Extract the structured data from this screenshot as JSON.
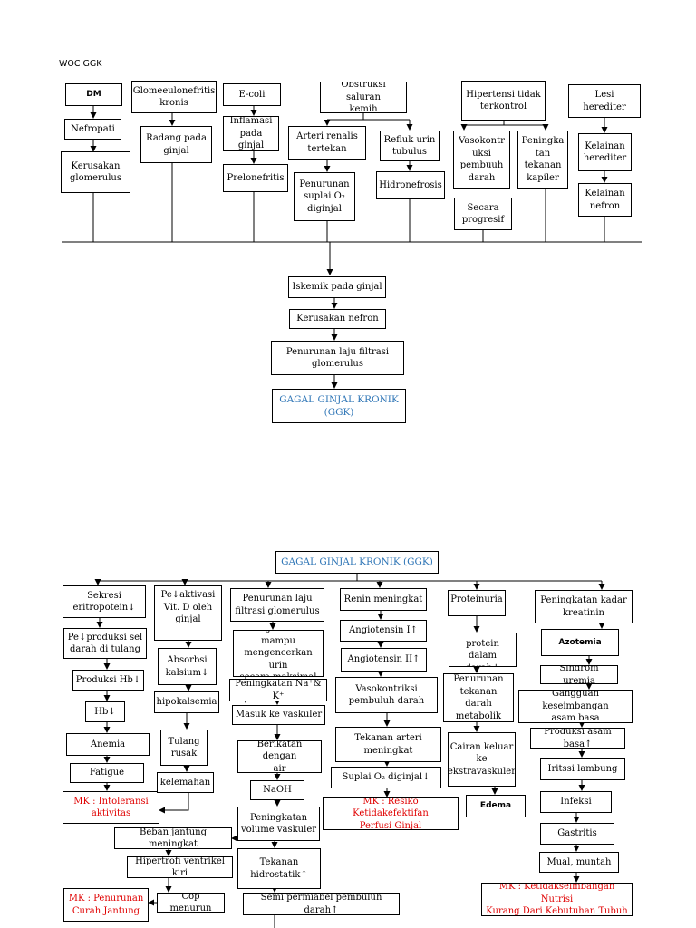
{
  "title": "WOC GGK",
  "colors": {
    "accent": "#2e75b6",
    "nursing_problem": "#e00000"
  },
  "top": {
    "dm": "DM",
    "nefropati": "Nefropati",
    "kerusakan_glomerulus": "Kerusakan\nglomerulus",
    "glomerulonefritis": "Glomeeulonefritis\nkronis",
    "radang_ginjal": "Radang pada\nginjal",
    "ecoli": "E-coli",
    "inflamasi": "Inflamasi\npada ginjal",
    "prelonefritis": "Prelonefritis",
    "obstruksi": "Obstruksi saluran\nkemih",
    "arteri_renalis": "Arteri renalis\ntertekan",
    "penurunan_suplai": "Penurunan\nsuplai O₂\ndiginjal",
    "refluk": "Refluk urin\ntubulus",
    "hidronefrosis": "Hidronefrosis",
    "hipertensi": "Hipertensi tidak\nterkontrol",
    "vasokontriksi": "Vasokontr\nuksi\npembuuh\ndarah",
    "peningkatan_kapiler": "Peningka\ntan\ntekanan\nkapiler",
    "secara_progresif": "Secara\nprogresif",
    "lesi": "Lesi\nherediter",
    "kelainan_herediter": "Kelainan\nherediter",
    "kelainan_nefron": "Kelainan\nnefron",
    "iskemik": "Iskemik pada ginjal",
    "kerusakan_nefron": "Kerusakan nefron",
    "penurunan_lfg": "Penurunan laju filtrasi\nglomerulus",
    "ggk": "GAGAL GINJAL KRONIK\n(GGK)"
  },
  "bottom": {
    "ggk_title": "GAGAL GINJAL KRONIK (GGK)",
    "col1": {
      "sekresi": "Sekresi\neritropotein↓",
      "produksi_sel": "Pe↓produksi sel\ndarah di tulang",
      "produksi_hb": "Produksi Hb↓",
      "hb": "Hb↓",
      "anemia": "Anemia",
      "fatigue": "Fatigue",
      "mk_intoleransi": "MK : Intoleransi\naktivitas"
    },
    "col2": {
      "aktivasi": "Pe↓aktivasi\nVit. D oleh\nginjal",
      "absorbsi": "Absorbsi\nkalsium↓",
      "hipokalsemia": "hipokalsemia",
      "tulang_rusak": "Tulang\nrusak",
      "kelemahan": "kelemahan"
    },
    "col3": {
      "penurunan_lfg": "Penurunan laju\nfiltrasi glomerulus",
      "ginjal_tidak": "Ginjal tidak mampu\nmengencerkan urin\nsecara maksimal",
      "na_k": "Peningkatan Na⁺& K⁺",
      "masuk_vaskuler": "Masuk ke vaskuler",
      "berikatan": "Berikatan dengan\nair",
      "naoh": "NaOH",
      "volume_vaskuler": "Peningkatan\nvolume vaskuler",
      "tekanan_hidrostatik": "Tekanan\nhidrostatik↑",
      "semi_permiabel": "Semi permiabel pembuluh darah↑"
    },
    "jantung": {
      "beban_jantung": "Beban jantung meningkat",
      "hipertrofi": "Hipertrofi ventrikel kiri",
      "cop": "Cop menurun",
      "mk_curah": "MK : Penurunan\nCurah Jantung"
    },
    "col4": {
      "renin": "Renin meningkat",
      "angiotensin1": "Angiotensin I↑",
      "angiotensin2": "Angiotensin II↑",
      "vasokontriksi": "Vasokontriksi\npembuluh darah",
      "tekanan_arteri": "Tekanan arteri\nmeningkat",
      "suplai_o2": "Suplai O₂ diginjal↓",
      "mk_perfusi": "MK : Resiko Ketidakefektifan\nPerfusi Ginjal"
    },
    "col5": {
      "proteinuria": "Proteinuria",
      "kadar_protein": "Kadar protein\ndalam darah↓",
      "penurunan_tekanan": "Penurunan\ntekanan darah\nmetabolik",
      "cairan_keluar": "Cairan keluar\nke\nekstravaskuler",
      "edema": "Edema"
    },
    "col6": {
      "kreatinin": "Peningkatan kadar\nkreatinin",
      "azotemia": "Azotemia",
      "sindrom_uremia": "Sindrom uremia",
      "asam_basa": "Gangguan keseimbangan\nasam basa",
      "produksi_asam": "Produksi asam basa↑",
      "iritasi": "Iritssi lambung",
      "infeksi": "Infeksi",
      "gastritis": "Gastritis",
      "mual": "Mual, muntah",
      "mk_nutrisi": "MK : Ketidakseimbangan Nutrisi\nKurang Dari Kebutuhan Tubuh"
    }
  }
}
